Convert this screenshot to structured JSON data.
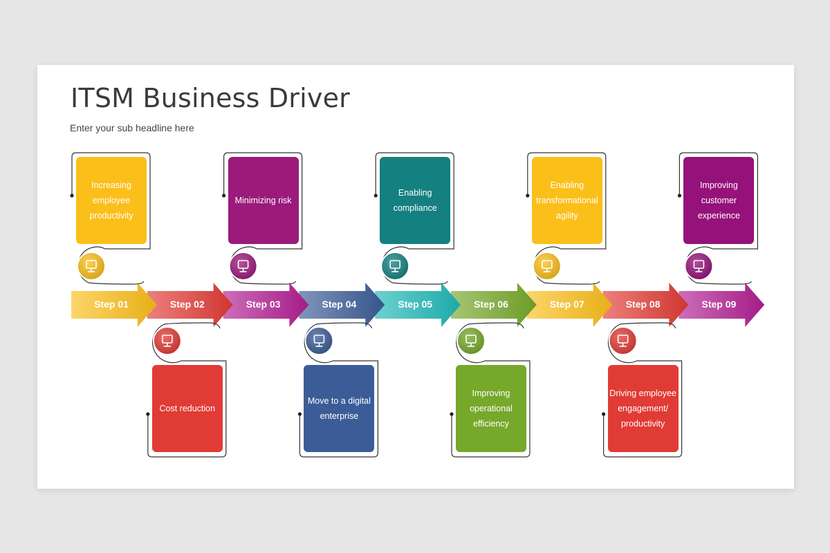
{
  "title": "ITSM Business Driver",
  "subtitle": "Enter your sub headline here",
  "steps": [
    {
      "label": "Step 01",
      "text": "Increasing employee productivity",
      "icon": "presentation-screen-icon",
      "color": "#fbbf1a"
    },
    {
      "label": "Step 02",
      "text": "Cost reduction",
      "icon": "invoice-dollar-icon",
      "color": "#e13b35"
    },
    {
      "label": "Step 03",
      "text": "Minimizing risk",
      "icon": "presenter-board-icon",
      "color": "#9b1a7b"
    },
    {
      "label": "Step 04",
      "text": "Move to a digital enterprise",
      "icon": "digital-settings-icon",
      "color": "#3b5c97"
    },
    {
      "label": "Step 05",
      "text": "Enabling compliance",
      "icon": "person-percent-icon",
      "color": "#14807f"
    },
    {
      "label": "Step 06",
      "text": "Improving operational efficiency",
      "icon": "money-bag-icon",
      "color": "#76a82a"
    },
    {
      "label": "Step 07",
      "text": "Enabling transformational agility",
      "icon": "target-icon",
      "color": "#fbbf1a"
    },
    {
      "label": "Step 08",
      "text": "Driving employee engagement/ productivity",
      "icon": "team-icon",
      "color": "#e13b35"
    },
    {
      "label": "Step 09",
      "text": "Improving customer experience",
      "icon": "person-dollar-icon",
      "color": "#95127a"
    }
  ]
}
